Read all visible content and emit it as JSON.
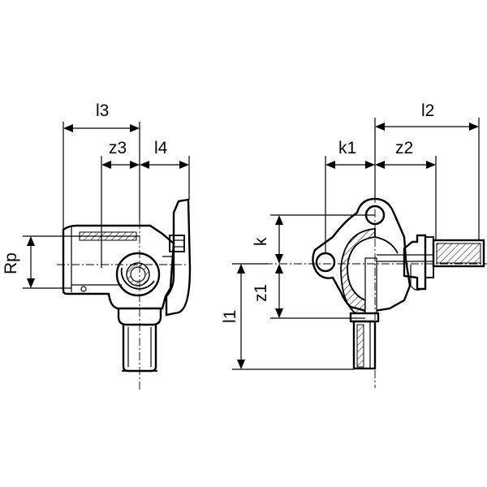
{
  "labels": {
    "l3": "l3",
    "z3": "z3",
    "l4": "l4",
    "rp": "Rp",
    "l2": "l2",
    "k1": "k1",
    "z2": "z2",
    "k": "k",
    "z1": "z1",
    "l1": "l1"
  },
  "colors": {
    "line": "#000000",
    "background": "#ffffff"
  }
}
